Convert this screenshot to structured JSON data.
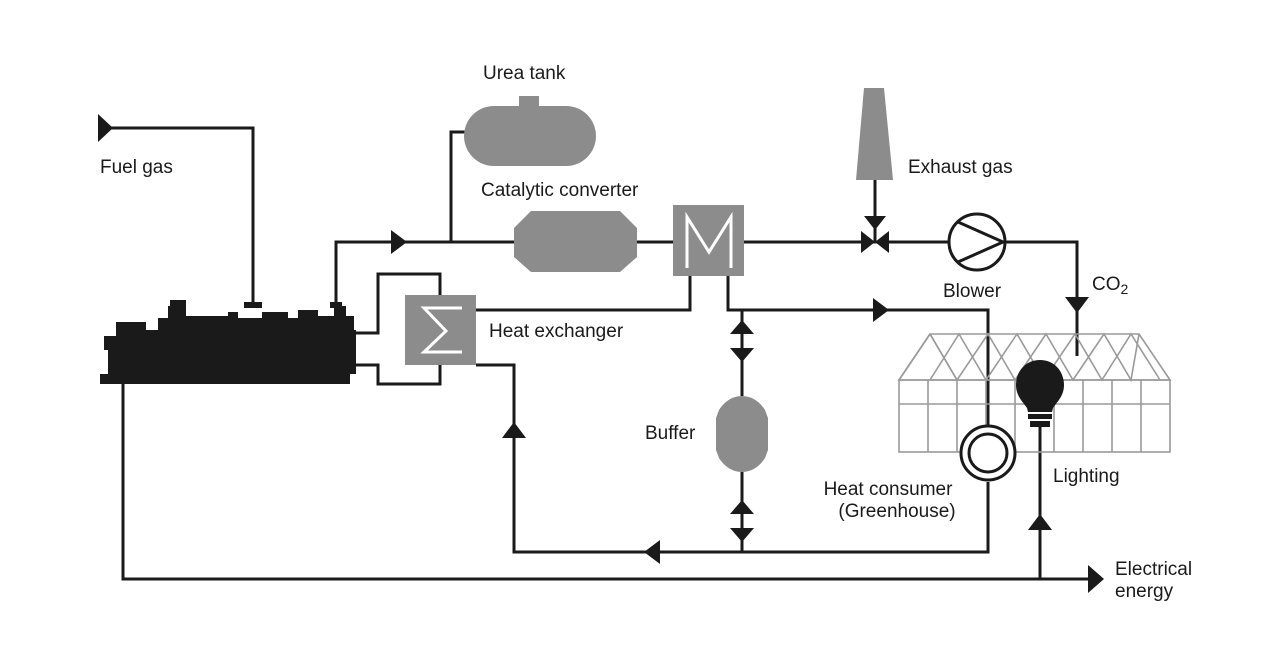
{
  "labels": {
    "fuel_gas": "Fuel gas",
    "urea_tank": "Urea tank",
    "catalytic_converter": "Catalytic converter",
    "exhaust_gas": "Exhaust gas",
    "co2_main": "CO",
    "co2_sub": "2",
    "blower": "Blower",
    "heat_exchanger": "Heat exchanger",
    "buffer": "Buffer",
    "heat_consumer_line1": "Heat consumer",
    "heat_consumer_line2": "(Greenhouse)",
    "lighting": "Lighting",
    "electrical_line1": "Electrical",
    "electrical_line2": "energy"
  },
  "colors": {
    "line": "#1a1a1a",
    "component_grey": "#8c8c8c",
    "greenhouse_grey": "#9a9a9a"
  }
}
